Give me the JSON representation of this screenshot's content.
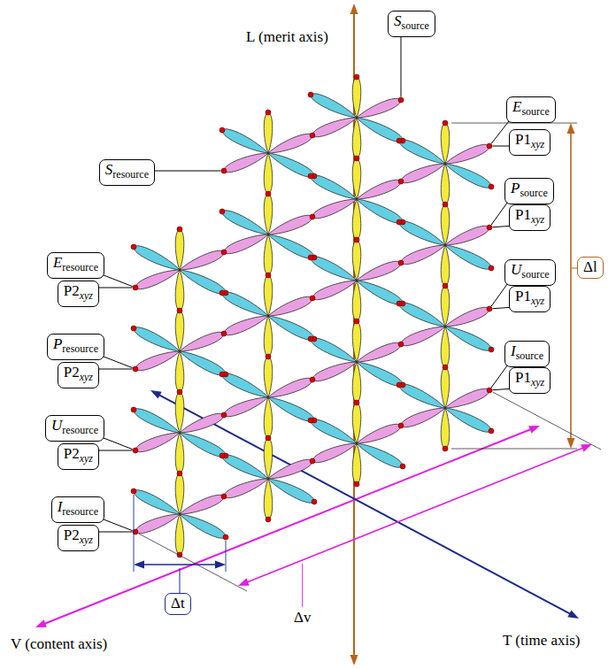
{
  "diagram": {
    "nodes": [
      {
        "text": [
          "S",
          "source"
        ]
      },
      {
        "text": [
          "E",
          "source"
        ]
      },
      {
        "text": [
          "P1",
          "xyz"
        ]
      },
      {
        "text": [
          "S",
          "resource"
        ]
      },
      {
        "text": [
          "P",
          "source"
        ]
      },
      {
        "text": [
          "P1",
          "xyz"
        ]
      },
      {
        "text": [
          "E",
          "resource"
        ]
      },
      {
        "text": [
          "Δl"
        ]
      },
      {
        "text": [
          "U",
          "source"
        ]
      },
      {
        "text": [
          "P2",
          "xyz"
        ]
      },
      {
        "text": [
          "P1",
          "xyz"
        ]
      },
      {
        "text": [
          "P",
          "resource"
        ]
      },
      {
        "text": [
          "I",
          "source"
        ]
      },
      {
        "text": [
          "P2",
          "xyz"
        ]
      },
      {
        "text": [
          "P1",
          "xyz"
        ]
      },
      {
        "text": [
          "U",
          "resource"
        ]
      },
      {
        "text": [
          "P2",
          "xyz"
        ]
      },
      {
        "text": [
          "I",
          "resource"
        ]
      },
      {
        "text": [
          "P2",
          "xyz"
        ]
      },
      {
        "text": [
          "Δt"
        ]
      }
    ],
    "labels": [
      "L (merit axis)",
      "V (content axis)",
      "T (time axis)",
      "Δv"
    ]
  }
}
